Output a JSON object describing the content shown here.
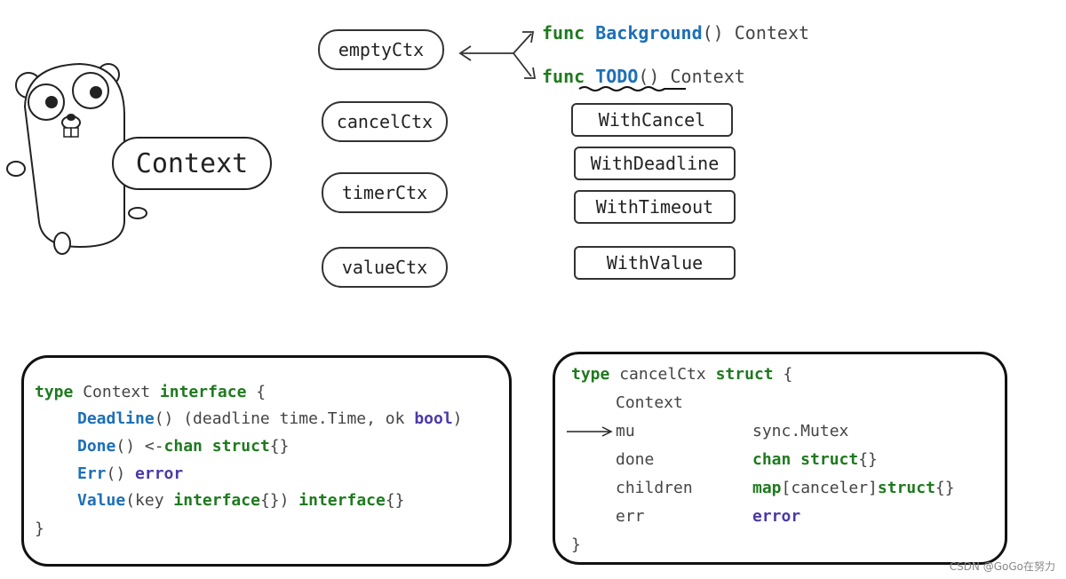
{
  "gopher_label": "Context",
  "contexts": [
    "emptyCtx",
    "cancelCtx",
    "timerCtx",
    "valueCtx"
  ],
  "funcs": {
    "background": {
      "kw": "func",
      "name": "Background",
      "rest": "() Context"
    },
    "todo": {
      "kw": "func",
      "name": "TODO",
      "rest": "() Context"
    }
  },
  "with_funcs": [
    "WithCancel",
    "WithDeadline",
    "WithTimeout",
    "WithValue"
  ],
  "interface_code": {
    "l1": {
      "kw1": "type",
      "name": "Context",
      "kw2": "interface",
      "end": "{"
    },
    "l2": {
      "fn": "Deadline",
      "mid": "() (deadline time.Time, ok",
      "type": "bool",
      "end": ")"
    },
    "l3": {
      "fn": "Done",
      "mid": "() <-",
      "kw": "chan",
      "kw2": "struct",
      "end": "{}"
    },
    "l4": {
      "fn": "Err",
      "mid": "()",
      "type": "error"
    },
    "l5": {
      "fn": "Value",
      "mid1": "(key",
      "kw1": "interface",
      "mid2": "{})",
      "kw2": "interface",
      "end": "{}"
    },
    "l6": "}"
  },
  "struct_code": {
    "l1": {
      "kw1": "type",
      "name": "cancelCtx",
      "kw2": "struct",
      "end": "{"
    },
    "embedded": "Context",
    "fields": [
      {
        "name": "mu",
        "type": "sync.Mutex"
      },
      {
        "name": "done",
        "kw": "chan struct",
        "suffix": "{}"
      },
      {
        "name": "children",
        "kw": "map",
        "mid": "[canceler]",
        "kw2": "struct",
        "suffix": "{}"
      },
      {
        "name": "err",
        "type2": "error"
      }
    ],
    "end": "}"
  },
  "watermark": "CSDN @GoGo在努力"
}
